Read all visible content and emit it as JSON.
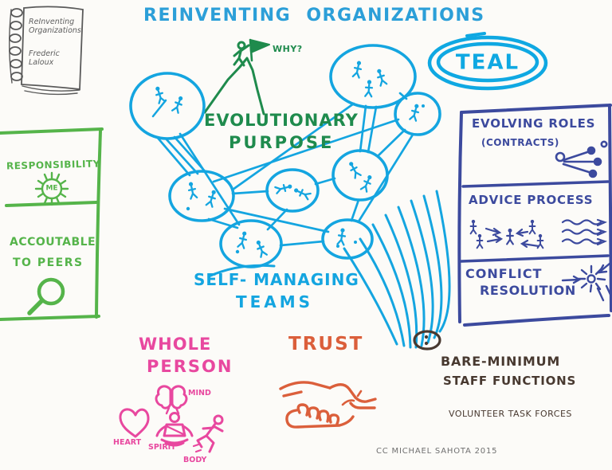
{
  "title": "REINVENTING ORGANIZATIONS",
  "teal_badge": "TEAL",
  "book": {
    "title": "ReInventing Organizations",
    "author": "Frederic Laloux"
  },
  "purpose": {
    "why": "WHY?",
    "line1": "EVOLUTIONARY",
    "line2": "PURPOSE"
  },
  "teams": {
    "line1": "SELF- MANAGING",
    "line2": "TEAMS"
  },
  "left_panel": {
    "responsibility": "RESPONSIBILITY",
    "me": "ME",
    "accountable_line1": "ACCOUTABLE",
    "accountable_line2": "TO PEERS"
  },
  "right_panel": {
    "evolving_roles": "EVOLVING ROLES",
    "contracts": "(CONTRACTS)",
    "advice_process": "ADVICE PROCESS",
    "conflict_line1": "CONFLICT",
    "conflict_line2": "RESOLUTION"
  },
  "whole_person": {
    "line1": "WHOLE",
    "line2": "PERSON",
    "mind": "MIND",
    "heart": "HEART",
    "spirit": "SPIRIT",
    "body": "BODY"
  },
  "trust_label": "TRUST",
  "staff_functions": {
    "line1": "BARE-MINIMUM",
    "line2": "STAFF FUNCTIONS",
    "volunteer": "VOLUNTEER TASK FORCES"
  },
  "attribution": "CC MICHAEL SAHOTA 2015",
  "colors": {
    "marker_cyan": "#14A5E0",
    "title_blue": "#2C9FD8",
    "green_dark": "#1F8B4D",
    "green_light": "#55B44A",
    "indigo": "#3C4A9E",
    "magenta": "#E8489F",
    "orange": "#DB5F3B",
    "brown": "#483930",
    "pencil_gray": "#5E5E5E",
    "paper": "#FCFBF8"
  },
  "icons": {
    "book": "spiral-notebook-sketch",
    "mountain_flag": "flag-on-mountain-peak",
    "team_network": "linked-team-circles-with-stick-figures",
    "sun_me": "sunburst-with-me",
    "magnifier": "magnifying-glass",
    "role_network": "connected-nodes",
    "advice_figures": "stick-figures-with-arrows-and-waves",
    "conflict_burst": "explosion-star",
    "mind": "brain",
    "heart": "heart",
    "spirit": "meditating-figure",
    "body": "running-figure",
    "trust": "handshake",
    "staff": "colon-face-circle"
  }
}
